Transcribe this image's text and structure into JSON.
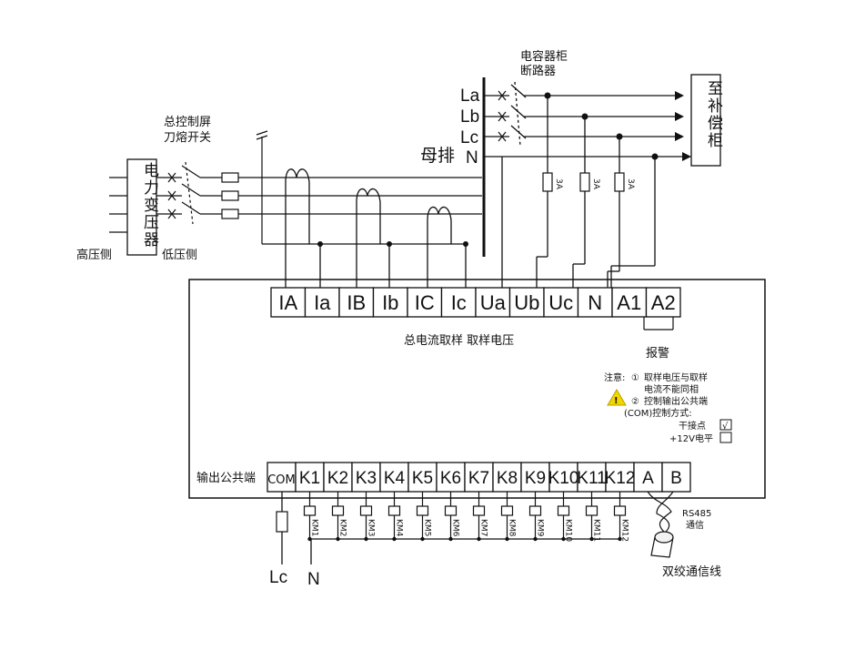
{
  "labels": {
    "breaker": "电容器柜断路器",
    "knife": "总控制屏刀熔开关",
    "bus": "母排",
    "to_comp": "至补偿柜",
    "transformer": "电力变压器",
    "high": "高压侧",
    "low": "低压侧",
    "sample": "总电流取样  取样电压",
    "alarm": "报警",
    "common": "输出公共端",
    "rs485": "RS485",
    "comm": "通信",
    "twisted": "双绞通信线",
    "out_lc": "Lc",
    "out_n": "N"
  },
  "bus_lines": [
    "La",
    "Lb",
    "Lc",
    "N"
  ],
  "fuse_rating": "3A",
  "top_terminals": [
    "IA",
    "Ia",
    "IB",
    "Ib",
    "IC",
    "Ic",
    "Ua",
    "Ub",
    "Uc",
    "N",
    "A1",
    "A2"
  ],
  "bottom_terminals": [
    "COM",
    "K1",
    "K2",
    "K3",
    "K4",
    "K5",
    "K6",
    "K7",
    "K8",
    "K9",
    "K10",
    "K11",
    "K12",
    "A",
    "B"
  ],
  "relays": [
    "KM1",
    "KM2",
    "KM3",
    "KM4",
    "KM5",
    "KM6",
    "KM7",
    "KM8",
    "KM9",
    "KM10",
    "KM11",
    "KM12"
  ],
  "notes": {
    "title": "注意:",
    "n1_num": "①",
    "n1_a": "取样电压与取样",
    "n1_b": "电流不能同相",
    "n2_num": "②",
    "n2_a": "控制输出公共端",
    "n2_b": "(COM)控制方式:",
    "dry": "干接点",
    "dry_mark": "√",
    "v12": "+12V电平"
  },
  "colors": {
    "line": "#111111",
    "warn": "#f2d600"
  }
}
